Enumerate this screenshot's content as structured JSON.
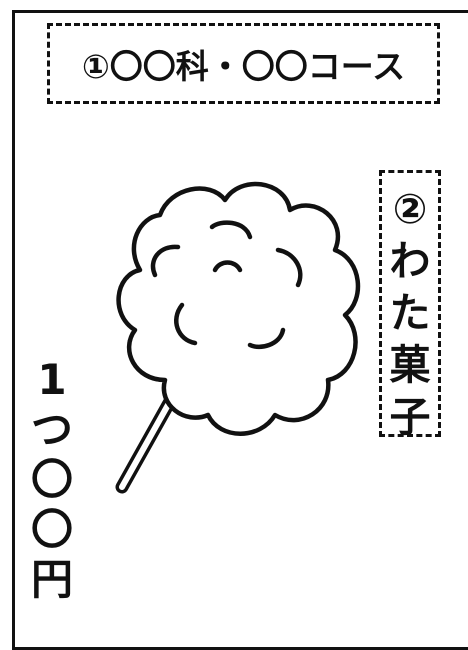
{
  "top_label": "①〇〇科・〇〇コース",
  "right_label_chars": [
    "②",
    "わ",
    "た",
    "菓",
    "子"
  ],
  "price_chars": [
    "1",
    "つ",
    "〇",
    "〇",
    "円"
  ]
}
